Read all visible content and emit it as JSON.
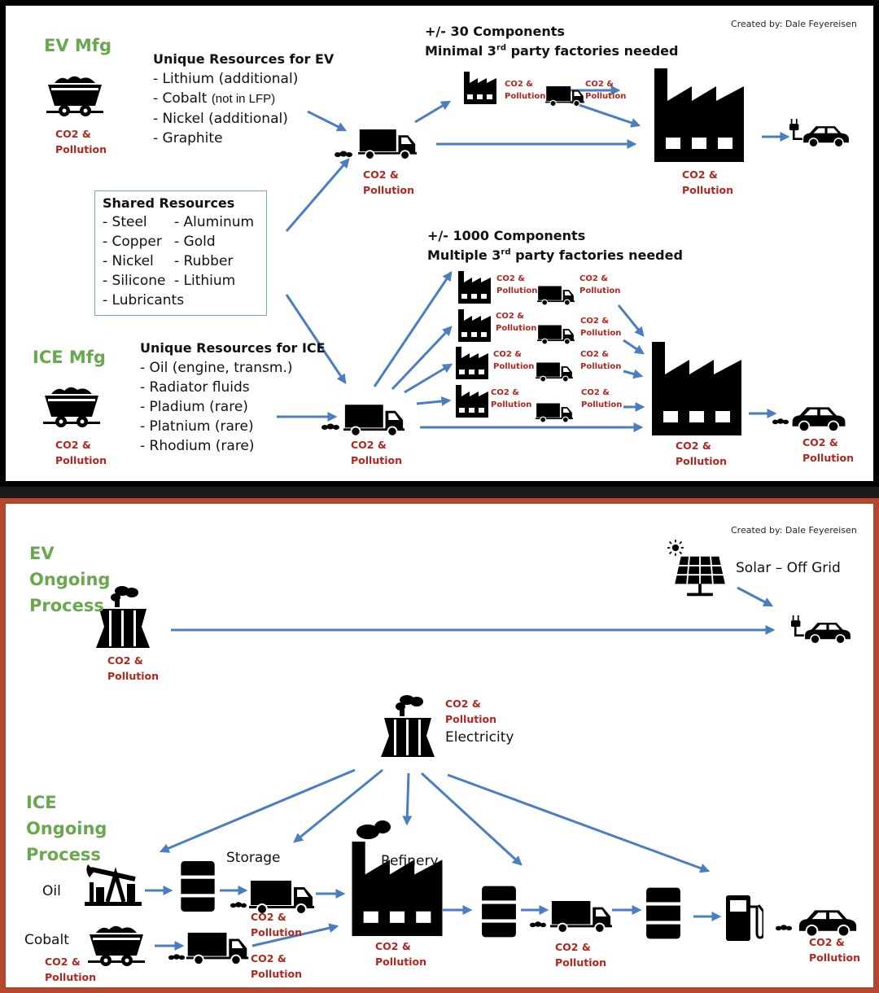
{
  "credit": "Created by: Dale Feyereisen",
  "co2_label": [
    "CO2 &",
    "Pollution"
  ],
  "colors": {
    "green": "#6aa84f",
    "red": "#b3261e",
    "arrow": "#4a7ec2",
    "panel2_border": "#b5472e"
  },
  "manufacturing": {
    "ev_title": "EV Mfg",
    "ice_title": "ICE Mfg",
    "ev_unique": {
      "title": "Unique Resources for EV",
      "items": [
        "- Lithium (additional)",
        "- Cobalt",
        "- Nickel (additional)",
        "- Graphite"
      ],
      "cobalt_note": "(not in LFP)"
    },
    "shared": {
      "title": "Shared Resources",
      "left": [
        "- Steel",
        "- Copper",
        "- Nickel",
        "- Silicone",
        "- Lubricants"
      ],
      "right": [
        "- Aluminum",
        "- Gold",
        "- Rubber",
        "- Lithium"
      ]
    },
    "ice_unique": {
      "title": "Unique Resources for ICE",
      "items": [
        "- Oil (engine, transm.)",
        "- Radiator fluids",
        "- Pladium (rare)",
        "- Platnium (rare)",
        "- Rhodium (rare)"
      ]
    },
    "ev_components": {
      "line1": "+/- 30 Components",
      "line2_pre": "Minimal 3",
      "line2_sup": "rd",
      "line2_post": " party factories needed"
    },
    "ice_components": {
      "line1": "+/- 1000 Components",
      "line2_pre": "Multiple 3",
      "line2_sup": "rd",
      "line2_post": " party factories needed"
    }
  },
  "ongoing": {
    "ev_title": [
      "EV",
      "Ongoing",
      "Process"
    ],
    "ice_title": [
      "ICE",
      "Ongoing",
      "Process"
    ],
    "solar_label": "Solar – Off Grid",
    "electricity_label": "Electricity",
    "storage_label": "Storage",
    "refinery_label": "Refinery",
    "oil_label": "Oil",
    "cobalt_label": "Cobalt"
  },
  "icons": [
    "coal-cart-icon",
    "truck-icon",
    "factory-icon",
    "small-factory-icon",
    "electric-car-icon",
    "car-icon",
    "power-plant-icon",
    "solar-panel-icon",
    "sun-icon",
    "oil-pump-icon",
    "barrel-icon",
    "fuel-pump-icon"
  ]
}
